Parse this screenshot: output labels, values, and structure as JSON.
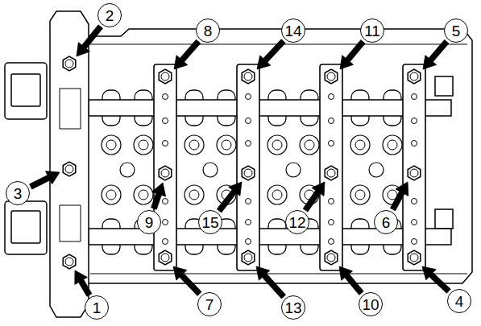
{
  "diagram": {
    "labels": [
      "2",
      "8",
      "14",
      "11",
      "5",
      "3",
      "9",
      "15",
      "12",
      "6",
      "1",
      "7",
      "13",
      "10",
      "4"
    ]
  }
}
